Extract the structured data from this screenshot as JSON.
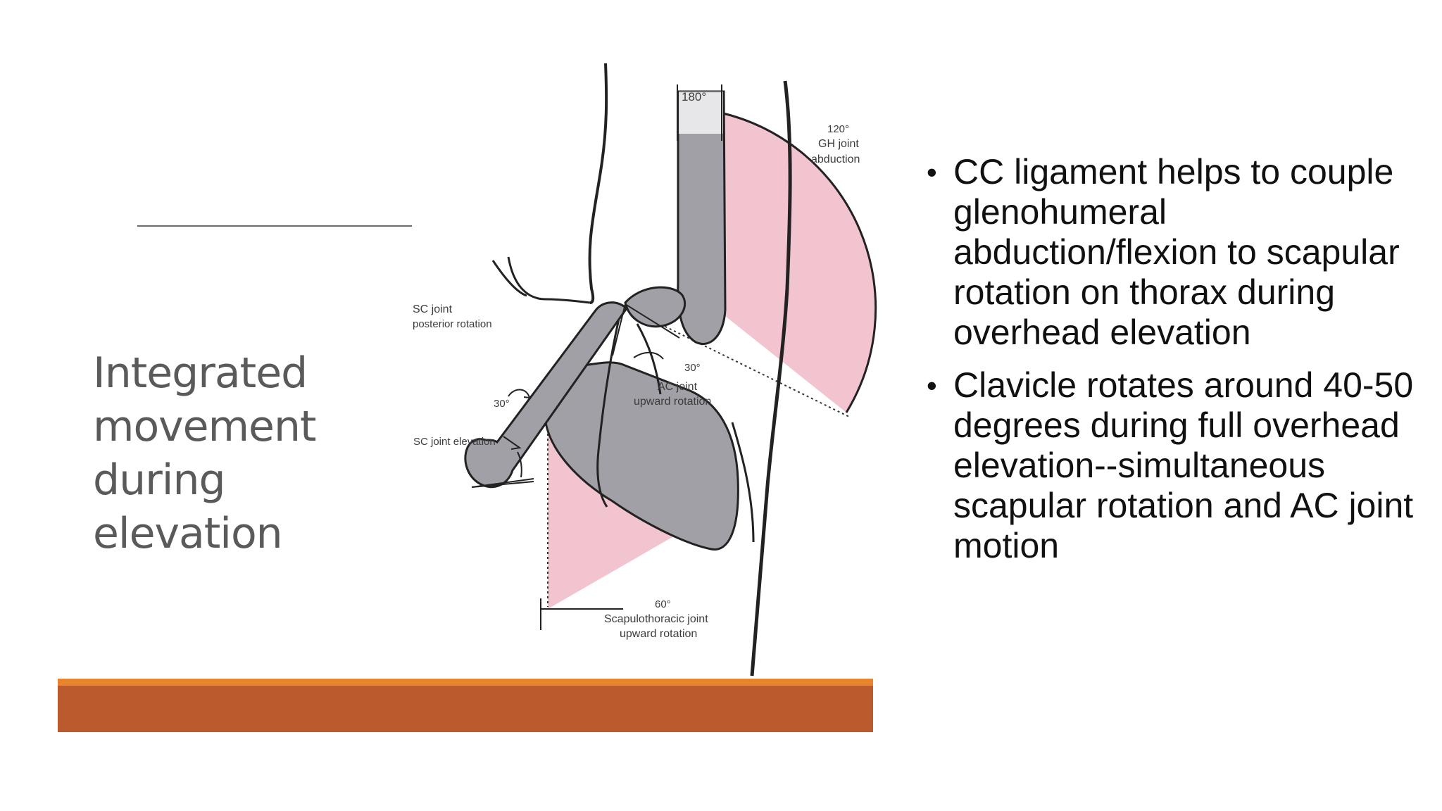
{
  "slide": {
    "title_lines": [
      "Integrated",
      "movement",
      "during elevation"
    ],
    "bullets": [
      "CC ligament helps to couple glenohumeral abduction/flexion to scapular rotation on thorax during overhead elevation",
      "Clavicle rotates around 40-50 degrees during full overhead elevation--simultaneous scapular rotation and AC joint motion"
    ],
    "bullet_symbol": "•",
    "accent_colors": {
      "bar": "#bb5a2d",
      "bar_stripe": "#e8842c",
      "sector_fill": "#f2c4cf",
      "bone_fill": "#a0a0a6"
    }
  },
  "figure": {
    "labels": {
      "angle_180": "180°",
      "gh_angle": "120°",
      "gh_line1": "GH joint",
      "gh_line2": "abduction",
      "sc_post_line1": "SC joint",
      "sc_post_line2": "posterior rotation",
      "ac_angle": "30°",
      "ac_line1": "AC joint",
      "ac_line2": "upward rotation",
      "sc_elev_angle": "30°",
      "sc_elev_label": "SC joint elevation",
      "st_angle": "60°",
      "st_line1": "Scapulothoracic joint",
      "st_line2": "upward rotation"
    }
  }
}
